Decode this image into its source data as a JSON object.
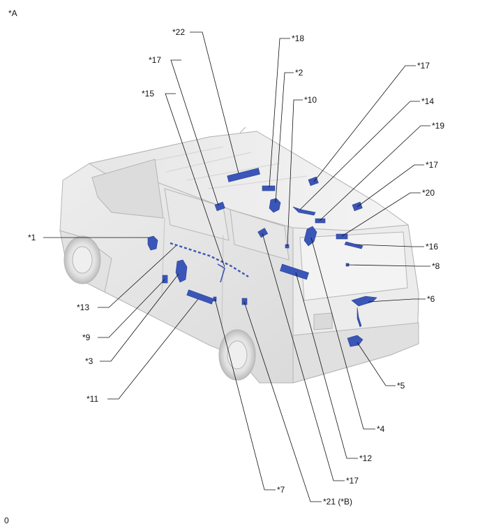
{
  "diagram": {
    "view_label": "*A",
    "footer_code": "0",
    "callouts": {
      "c1": "*1",
      "c2": "*2",
      "c3": "*3",
      "c4": "*4",
      "c5": "*5",
      "c6": "*6",
      "c7": "*7",
      "c8": "*8",
      "c9": "*9",
      "c10": "*10",
      "c11": "*11",
      "c12": "*12",
      "c13": "*13",
      "c14": "*14",
      "c15": "*15",
      "c16": "*16",
      "c17a": "*17",
      "c17b": "*17",
      "c17c": "*17",
      "c17d": "*17",
      "c18": "*18",
      "c19": "*19",
      "c20": "*20",
      "c21": "*21 (*B)",
      "c22": "*22"
    },
    "colors": {
      "component_blue": "#3a56b8",
      "body_gray": "#e4e4e4",
      "outline_gray": "#b5b5b5",
      "leader": "#111111"
    }
  }
}
